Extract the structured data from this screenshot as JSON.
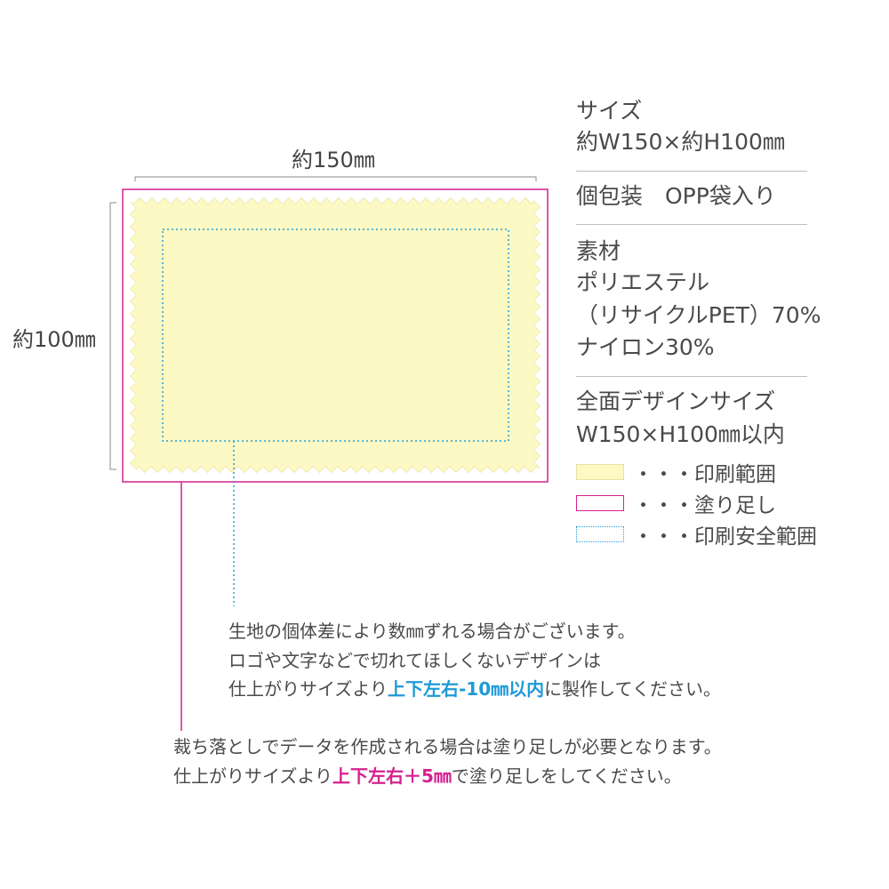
{
  "dimensions": {
    "width_label": "約150㎜",
    "height_label": "約100㎜"
  },
  "specs": {
    "size_title": "サイズ",
    "size_value": "約W150×約H100㎜",
    "packaging": "個包装　OPP袋入り",
    "material_title": "素材",
    "material_line1": "ポリエステル",
    "material_line2": "（リサイクルPET）70%",
    "material_line3": "ナイロン30%",
    "design_title": "全面デザインサイズ",
    "design_value": "W150×H100㎜以内"
  },
  "legend": {
    "print_area": "・・・印刷範囲",
    "bleed": "・・・塗り足し",
    "safe_area": "・・・印刷安全範囲"
  },
  "note_safe": {
    "line1": "生地の個体差により数㎜ずれる場合がございます。",
    "line2": "ロゴや文字などで切れてほしくないデザインは",
    "line3_prefix": "仕上がりサイズより",
    "line3_highlight": "上下左右-10㎜以内",
    "line3_suffix": "に製作してください。"
  },
  "note_bleed": {
    "line1": "裁ち落としでデータを作成される場合は塗り足しが必要となります。",
    "line2_prefix": "仕上がりサイズより",
    "line2_highlight": "上下左右＋5㎜",
    "line2_suffix": "で塗り足しをしてください。"
  },
  "colors": {
    "print_area": "#fdf9c4",
    "bleed": "#d6218f",
    "safe_area": "#25a0d8",
    "text": "#4a4a4a"
  }
}
